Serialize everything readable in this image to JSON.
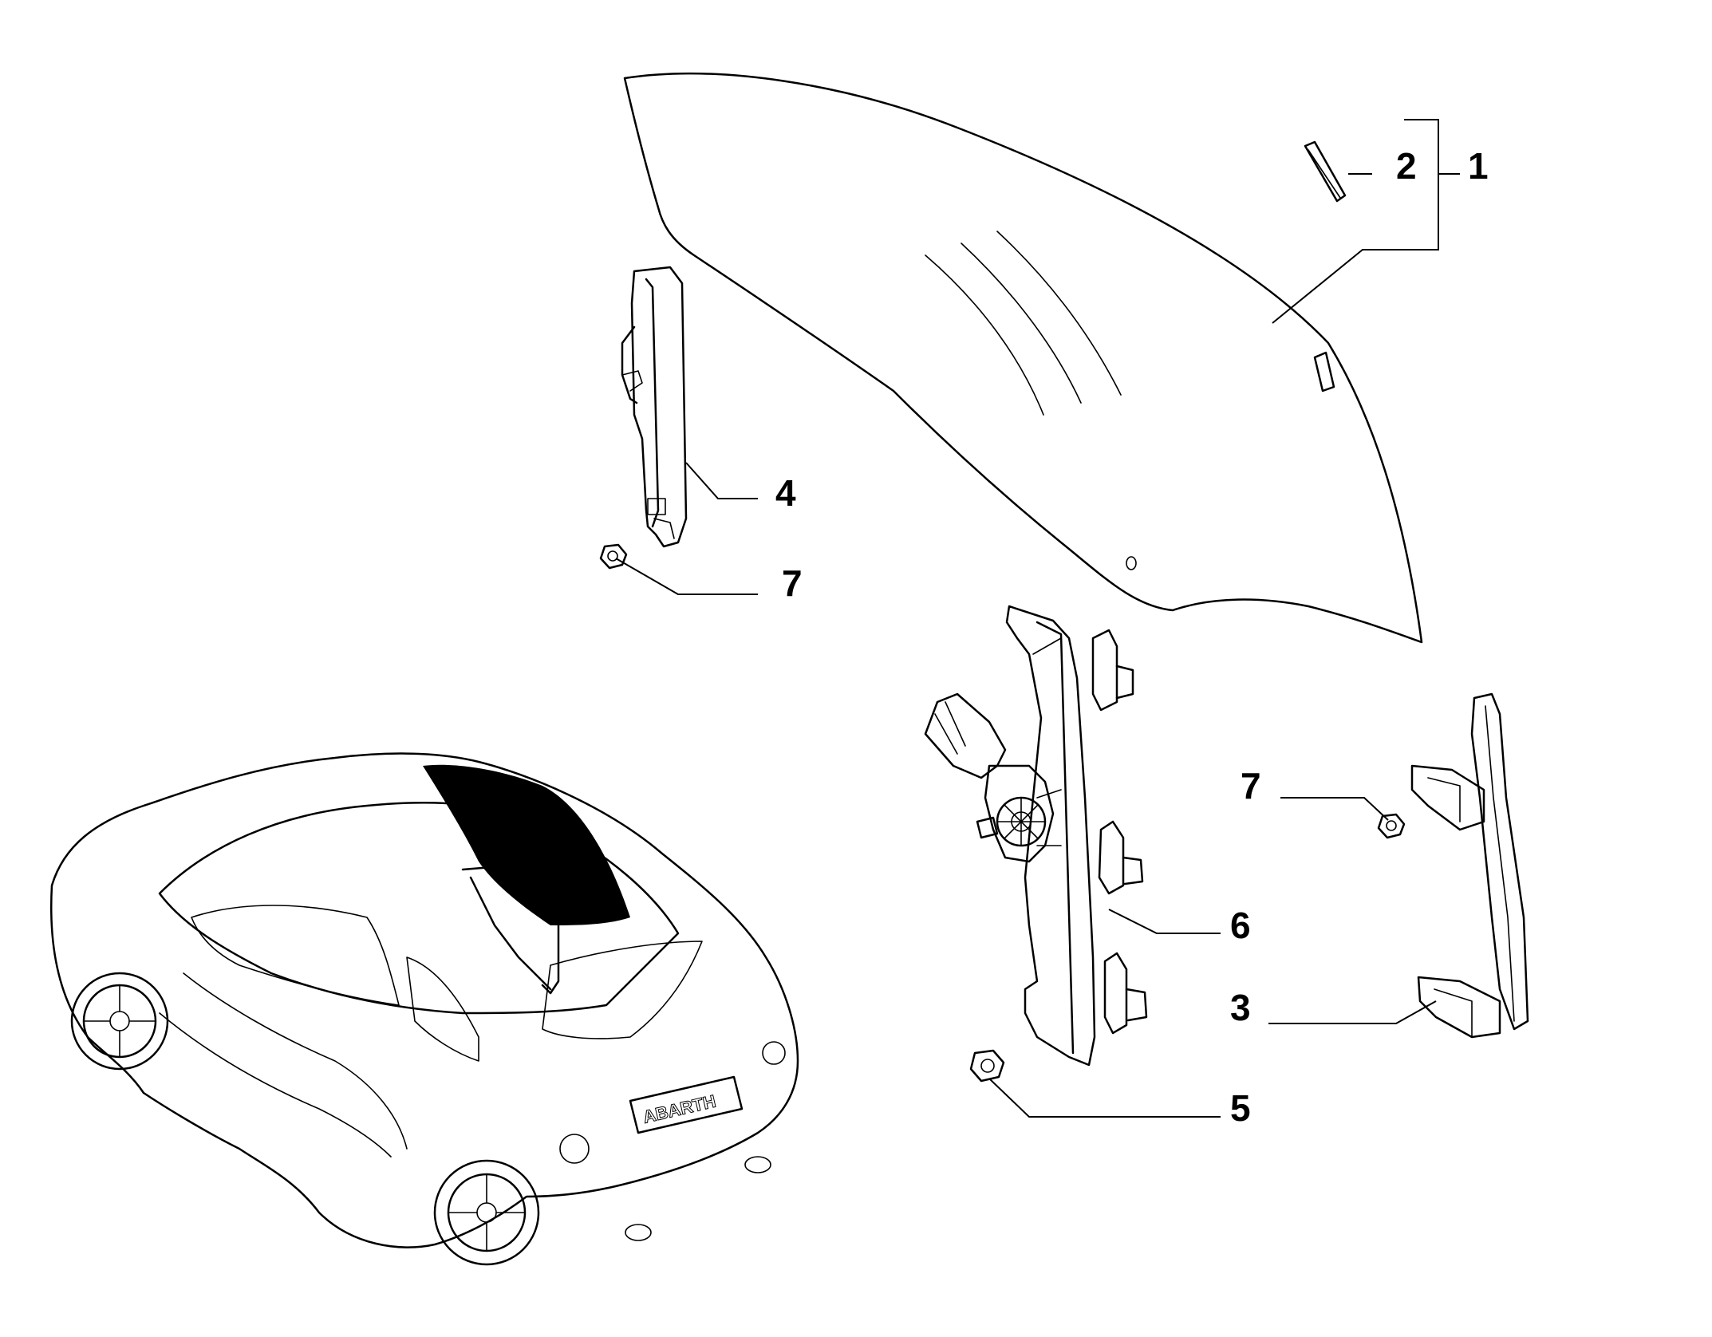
{
  "diagram": {
    "callouts": {
      "c1": "1",
      "c2": "2",
      "c3": "3",
      "c4": "4",
      "c5": "5",
      "c6": "6",
      "c7a": "7",
      "c7b": "7"
    },
    "car_badge_text": "ABARTH",
    "ink_color": "#000000",
    "background_color": "#ffffff"
  }
}
